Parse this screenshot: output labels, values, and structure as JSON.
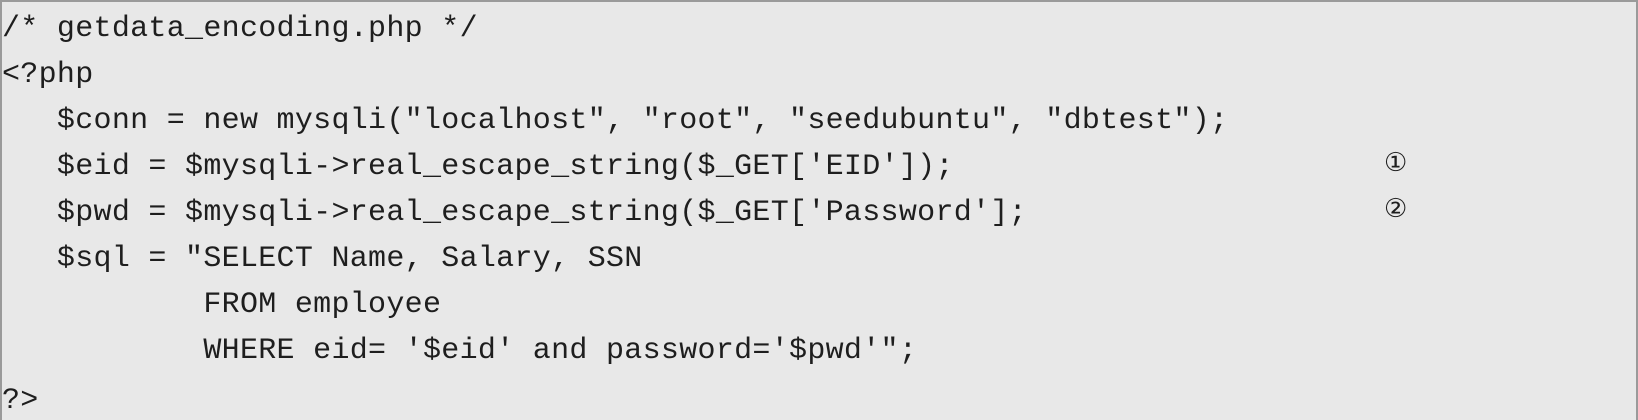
{
  "code": {
    "lines": [
      "/* getdata_encoding.php */",
      "<?php",
      "   $conn = new mysqli(\"localhost\", \"root\", \"seedubuntu\", \"dbtest\");",
      "   $eid = $mysqli->real_escape_string($_GET['EID']);",
      "   $pwd = $mysqli->real_escape_string($_GET['Password'];",
      "   $sql = \"SELECT Name, Salary, SSN",
      "           FROM employee",
      "           WHERE eid= '$eid' and password='$pwd'\";",
      "?>"
    ],
    "markers": {
      "line4": "①",
      "line5": "②"
    }
  }
}
